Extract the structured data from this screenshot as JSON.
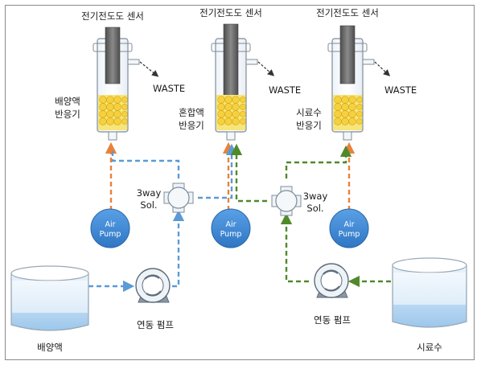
{
  "sensors": [
    {
      "title": "전기전도도 센서",
      "waste": "WASTE",
      "reactor_label": [
        "배양액",
        "반응기"
      ]
    },
    {
      "title": "전기전도도 센서",
      "waste": "WASTE",
      "reactor_label": [
        "혼합액",
        "반응기"
      ]
    },
    {
      "title": "전기전도도 센서",
      "waste": "WASTE",
      "reactor_label": [
        "시료수",
        "반응기"
      ]
    }
  ],
  "valves": [
    {
      "label": [
        "3way",
        "Sol."
      ]
    },
    {
      "label": [
        "3way",
        "Sol."
      ]
    }
  ],
  "air_pumps": [
    {
      "label": [
        "Air",
        "Pump"
      ]
    },
    {
      "label": [
        "Air",
        "Pump"
      ]
    },
    {
      "label": [
        "Air",
        "Pump"
      ]
    }
  ],
  "peristaltic_pumps": [
    {
      "label": "연동 펌프"
    },
    {
      "label": "연동 펌프"
    }
  ],
  "tanks": [
    {
      "label": "배양액"
    },
    {
      "label": "시료수"
    }
  ],
  "colors": {
    "culture_line": "#5b9bd5",
    "sample_line": "#4f8a2a",
    "air_line": "#e8823a",
    "pump_fill": "#4a90d9",
    "bead_fill": "#f5d040",
    "probe_fill": "#6d6d6d"
  }
}
